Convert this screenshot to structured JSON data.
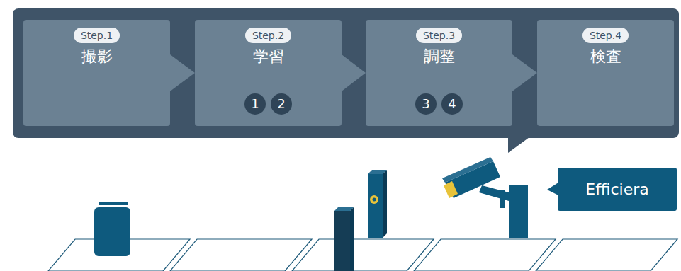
{
  "diagram": {
    "nodes": [
      {
        "text": [
          "Step.1",
          "撮影"
        ]
      },
      {
        "text": [
          "Step.2",
          "学習"
        ]
      },
      {
        "text": [
          "1"
        ],
        "in": 1
      },
      {
        "text": [
          "2"
        ],
        "in": 1
      },
      {
        "text": [
          "Step.3",
          "調整"
        ]
      },
      {
        "text": [
          "3"
        ],
        "in": 4
      },
      {
        "text": [
          "4"
        ],
        "in": 4
      },
      {
        "text": [
          "Step.4",
          "検査"
        ]
      },
      {
        "text": [
          "Efficiera"
        ]
      }
    ],
    "edges": [
      {
        "from": 0,
        "to": 1,
        "arrow": "to"
      },
      {
        "from": 1,
        "to": 4,
        "arrow": "to"
      },
      {
        "from": 4,
        "to": 7,
        "arrow": "to"
      }
    ]
  }
}
